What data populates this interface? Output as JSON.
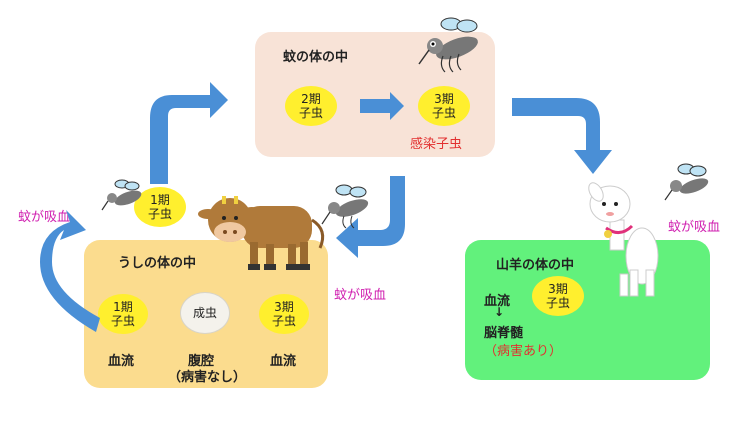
{
  "mosquito_panel": {
    "title": "蚊の体の中",
    "stage2": {
      "num": "2期",
      "unit": "子虫"
    },
    "stage3": {
      "num": "3期",
      "unit": "子虫"
    },
    "infective": "感染子虫"
  },
  "cow_panel": {
    "title": "うしの体の中",
    "stage1": {
      "num": "1期",
      "unit": "子虫"
    },
    "adult": "成虫",
    "stage3": {
      "num": "3期",
      "unit": "子虫"
    },
    "blood1": "血流",
    "abdomen": "腹腔",
    "no_disease": "（病害なし）",
    "blood2": "血流"
  },
  "goat_panel": {
    "title": "山羊の体の中",
    "stage3": {
      "num": "3期",
      "unit": "子虫"
    },
    "blood": "血流",
    "down_arrow": "↓",
    "spinal": "脳脊髄",
    "disease": "（病害あり）"
  },
  "floating_stage1": {
    "num": "1期",
    "unit": "子虫"
  },
  "mosquito_bite_left": "蚊が吸血",
  "mosquito_bite_middle": "蚊が吸血",
  "mosquito_bite_right": "蚊が吸血",
  "colors": {
    "mosquito_panel": "#f8e3d7",
    "cow_panel": "#fbdc8e",
    "goat_panel": "#62f17c",
    "arrow": "#4a8fd6",
    "circle": "#ffef2e",
    "bite_text": "#d020b0",
    "infective_text": "#e23030"
  }
}
